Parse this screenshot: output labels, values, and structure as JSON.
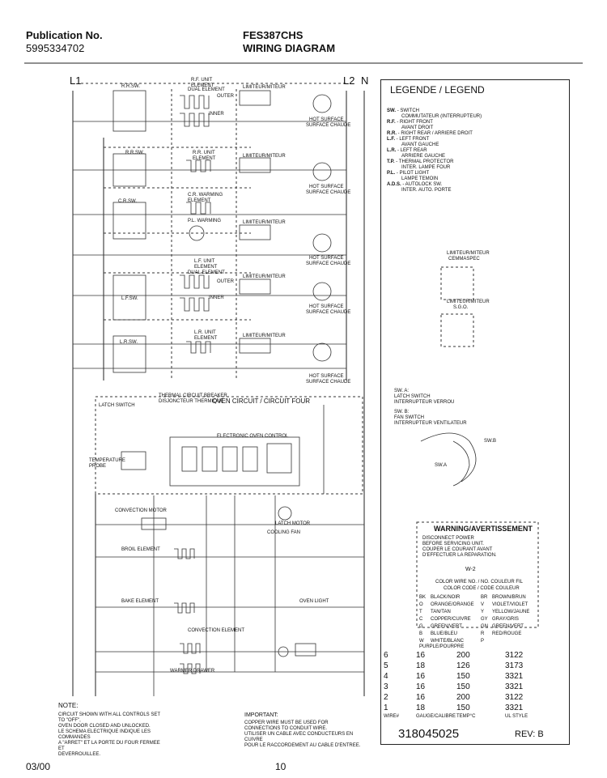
{
  "header": {
    "publication_label": "Publication No.",
    "publication_number": "5995334702",
    "model": "FES387CHS",
    "title": "WIRING DIAGRAM"
  },
  "buses": {
    "l1": "L1",
    "l2": "L2",
    "n": "N"
  },
  "surface_units": [
    {
      "switch": "R.R.SW.",
      "element": "R.F. UNIT ELEMENT",
      "sub": "DUAL ELEMENT",
      "outer": "OUTER",
      "inner": "INNER",
      "limiter": "LIMITEUR/MITEUR",
      "hot": "HOT SURFACE",
      "hot_fr": "SURFACE CHAUDE"
    },
    {
      "switch": "R.R.SW.",
      "element": "R.R. UNIT ELEMENT",
      "limiter": "LIMITEUR/MITEUR",
      "hot": "HOT SURFACE",
      "hot_fr": "SURFACE CHAUDE"
    },
    {
      "switch": "C.R.SW.",
      "element": "C.R. WARMING ELEMENT",
      "light": "P.L. WARMING",
      "limiter": "LIMITEUR/MITEUR",
      "hot": "HOT SURFACE",
      "hot_fr": "SURFACE CHAUDE"
    },
    {
      "switch": "L.F.SW.",
      "element": "L.F. UNIT ELEMENT",
      "sub": "DUAL ELEMENT",
      "outer": "OUTER",
      "inner": "INNER",
      "limiter": "LIMITEUR/MITEUR",
      "hot": "HOT SURFACE",
      "hot_fr": "SURFACE CHAUDE"
    },
    {
      "switch": "L.R.SW.",
      "element": "L.R. UNIT ELEMENT",
      "limiter": "LIMITEUR/MITEUR",
      "hot": "HOT SURFACE",
      "hot_fr": "SURFACE CHAUDE"
    }
  ],
  "oven": {
    "breaker": "THERMAL CIRCUIT BREAKER",
    "breaker_fr": "DISJONCTEUR THERMIQUE",
    "circuit": "OVEN CIRCUIT / CIRCUIT FOUR",
    "latch_switch": "LATCH SWITCH",
    "control": "ELECTRONIC OVEN CONTROL",
    "convection_motor": "CONVECTION MOTOR",
    "cooling_fan": "COOLING FAN",
    "broil_element": "BROIL ELEMENT",
    "bake_element": "BAKE ELEMENT",
    "convection_element": "CONVECTION ELEMENT",
    "warmer_drawer": "WARMER DRAWER",
    "oven_light": "OVEN LIGHT",
    "temp_probe": "TEMPERATURE PROBE",
    "door_lock": "LATCH MOTOR"
  },
  "legend": {
    "title": "LEGENDE / LEGEND",
    "items": [
      {
        "code": "SW.",
        "desc": "- SWITCH"
      },
      {
        "code": "",
        "desc": "COMMUTATEUR (INTERRUPTEUR)"
      },
      {
        "code": "R.F.",
        "desc": "- RIGHT FRONT"
      },
      {
        "code": "",
        "desc": "AVANT DROIT"
      },
      {
        "code": "R.R.",
        "desc": "- RIGHT REAR / ARRIERE DROIT"
      },
      {
        "code": "L.F.",
        "desc": "- LEFT FRONT"
      },
      {
        "code": "",
        "desc": "AVANT GAUCHE"
      },
      {
        "code": "L.R.",
        "desc": "- LEFT REAR"
      },
      {
        "code": "",
        "desc": "ARRIERE GAUCHE"
      },
      {
        "code": "T.P.",
        "desc": "- THERMAL PROTECTOR"
      },
      {
        "code": "",
        "desc": "INTER. LAMPE FOUR"
      },
      {
        "code": "P.L.",
        "desc": "- PILOT LIGHT"
      },
      {
        "code": "",
        "desc": "LAMPE TEMOIN"
      },
      {
        "code": "A.D.S.",
        "desc": "- AUTOLOCK SW."
      },
      {
        "code": "",
        "desc": "INTER. AUTO. PORTE"
      }
    ],
    "limiter1": "LIMITEUR/MITEUR",
    "limiter1_fr": "CEMMASPEC",
    "limiter2": "LIMITEUR/MITEUR",
    "limiter2_fr": "S.G.O.",
    "sw_a": "SW. A:",
    "sw_a_desc": "LATCH SWITCH",
    "sw_a_fr": "INTERRUPTEUR VERROU",
    "sw_b": "SW. B:",
    "sw_b_desc": "FAN SWITCH",
    "sw_b_fr": "INTERRUPTEUR VENTILATEUR",
    "swb_tag": "SW.B",
    "swa_tag": "SW.A"
  },
  "warning": {
    "title": "WARNING/AVERTISSEMENT",
    "lines": [
      "DISCONNECT POWER",
      "BEFORE SERVICING UNIT.",
      "COUPER LE COURANT AVANT",
      "D'EFFECTUER LA REPARATION."
    ],
    "w2": "W-2"
  },
  "color_table": {
    "header1": "COLOR WIRE NO. / NO. COULEUR FIL",
    "header2": "COLOR CODE / CODE COULEUR",
    "rows": [
      {
        "code": "BK",
        "name": "BLACK/NOIR",
        "code2": "BR",
        "name2": "BROWN/BRUN"
      },
      {
        "code": "O",
        "name": "ORANGE/ORANGE",
        "code2": "V",
        "name2": "VIOLET/VIOLET"
      },
      {
        "code": "T",
        "name": "TAN/TAN",
        "code2": "Y",
        "name2": "YELLOW/JAUNE"
      },
      {
        "code": "C",
        "name": "COPPER/CUIVRE",
        "code2": "GY",
        "name2": "GRAY/GRIS"
      },
      {
        "code": "G",
        "name": "GREEN/VERT",
        "code2": "GN",
        "name2": "GREEN/VERT"
      },
      {
        "code": "B",
        "name": "BLUE/BLEU",
        "code2": "R",
        "name2": "RED/ROUGE"
      },
      {
        "code": "W",
        "name": "WHITE/BLANC",
        "code2": "P",
        "name2": "PURPLE/POURPRE"
      }
    ]
  },
  "wire_table": {
    "rows": [
      [
        "6",
        "16",
        "200",
        "3122"
      ],
      [
        "5",
        "18",
        "126",
        "3173"
      ],
      [
        "4",
        "16",
        "150",
        "3321"
      ],
      [
        "3",
        "16",
        "150",
        "3321"
      ],
      [
        "2",
        "16",
        "200",
        "3122"
      ],
      [
        "1",
        "18",
        "150",
        "3321"
      ]
    ],
    "footer": [
      "WIRE#",
      "GAUGE/CALIBRE",
      "TEMP°C",
      "UL STYLE"
    ]
  },
  "note": {
    "title": "NOTE:",
    "lines": [
      "CIRCUIT SHOWN WITH ALL CONTROLS SET TO \"OFF\",",
      "OVEN DOOR CLOSED AND UNLOCKED.",
      "LE SCHEMA ELECTRIQUE INDIQUE LES COMMANDES",
      "A \"ARRET\" ET LA PORTE DU FOUR FERMEE ET",
      "DEVERROUILLEE."
    ]
  },
  "important": {
    "title": "IMPORTANT:",
    "lines": [
      "COPPER WIRE MUST BE USED FOR",
      "CONNECTIONS TO CONDUIT WIRE.",
      "UTILISER UN CABLE AVEC CONDUCTEURS EN CUIVRE",
      "POUR LE RACCORDEMENT AU CABLE D'ENTREE."
    ]
  },
  "footer": {
    "date": "03/00",
    "page": "10",
    "part_number": "318045025",
    "rev": "REV: B"
  }
}
